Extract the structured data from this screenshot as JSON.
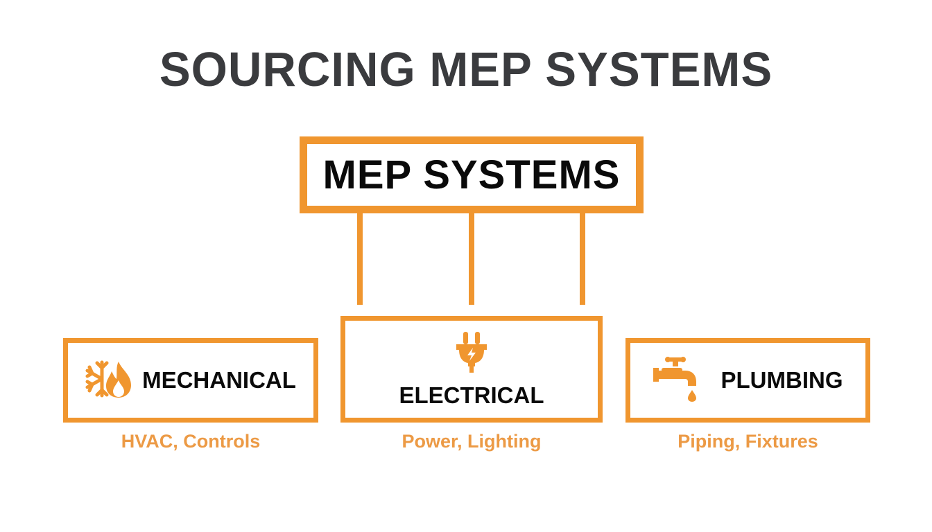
{
  "title": "SOURCING MEP SYSTEMS",
  "colors": {
    "accent": "#f0962f",
    "subtitle": "#ec9a45",
    "title": "#3a3b3e",
    "text": "#0a0a0a"
  },
  "root": {
    "label": "MEP SYSTEMS"
  },
  "children": [
    {
      "label": "MECHANICAL",
      "icon": "snowflake-flame-icon",
      "subtitle": "HVAC, Controls"
    },
    {
      "label": "ELECTRICAL",
      "icon": "plug-icon",
      "subtitle": "Power, Lighting"
    },
    {
      "label": "PLUMBING",
      "icon": "faucet-icon",
      "subtitle": "Piping, Fixtures"
    }
  ]
}
